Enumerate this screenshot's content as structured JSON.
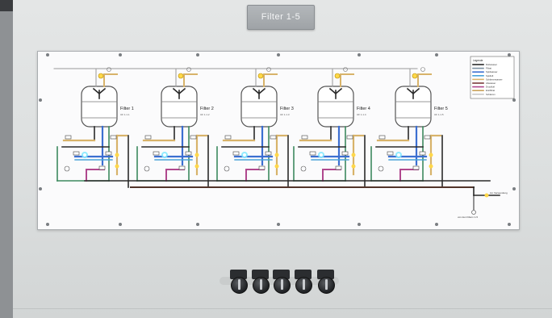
{
  "nameplate": {
    "title": "Filter 1-5"
  },
  "legend": {
    "title": "Legende",
    "items": [
      {
        "label": "Rohwasser",
        "color": "#2a2a2a"
      },
      {
        "label": "Filtrat",
        "color": "#7a8fa0"
      },
      {
        "label": "Spülwasser",
        "color": "#3c6fd1"
      },
      {
        "label": "Spülluft",
        "color": "#4aa3d8"
      },
      {
        "label": "Schlammwasser",
        "color": "#d8b36a"
      },
      {
        "label": "Abwasser",
        "color": "#7a3a3a"
      },
      {
        "label": "Druckluft",
        "color": "#b0488e"
      },
      {
        "label": "Erstfiltrat",
        "color": "#c9a15a"
      },
      {
        "label": "Schlamm",
        "color": "#c7c7c7"
      }
    ]
  },
  "filters": [
    {
      "name": "Filter 1",
      "sub": "UF 1.1.1"
    },
    {
      "name": "Filter 2",
      "sub": "UF 1.1.2"
    },
    {
      "name": "Filter 3",
      "sub": "UF 1.1.3"
    },
    {
      "name": "Filter 4",
      "sub": "UF 1.1.4"
    },
    {
      "name": "Filter 5",
      "sub": "UF 1.1.5"
    }
  ],
  "outlet": {
    "label": "zur Verwendung",
    "drain_label": "von den Filtern 1-5"
  },
  "colors": {
    "panel": "#fbfbfc",
    "pipe_dark": "#2a2a2a",
    "pipe_brown": "#6b3b2a",
    "pipe_blue": "#3c6fd1",
    "pipe_cyan": "#4aa3d8",
    "pipe_tan": "#d8b36a",
    "pipe_purple": "#b0488e",
    "pipe_green": "#3d8a5e",
    "indicator": "#ffd84a",
    "indicator_blue": "#7fe8ff"
  },
  "controls": {
    "selector_count": 5
  }
}
